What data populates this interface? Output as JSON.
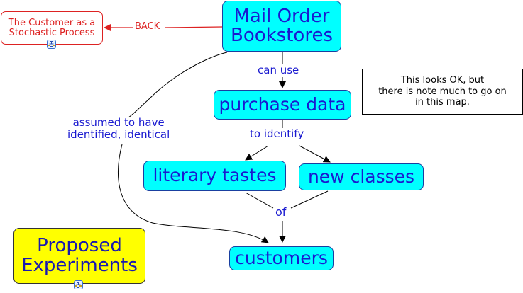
{
  "nodes": {
    "stochastic": "The Customer as a\nStochastic Process",
    "mail_order": "Mail Order\nBookstores",
    "purchase_data": "purchase data",
    "literary_tastes": "literary tastes",
    "new_classes": "new classes",
    "customers": "customers",
    "proposed": "Proposed\nExperiments"
  },
  "links": {
    "back": "BACK",
    "can_use": "can use",
    "to_identify": "to identify",
    "of": "of",
    "assumed": "assumed to have\nidentified, identical"
  },
  "note": "This looks OK, but\nthere is note much to go on\nin this map.",
  "icons": {
    "submap_link": "concept-map-link-icon"
  },
  "colors": {
    "concept_fill": "#00ffff",
    "concept_text": "#1a1ad0",
    "highlight_fill": "#ffff00",
    "back_link": "#dd2222"
  }
}
